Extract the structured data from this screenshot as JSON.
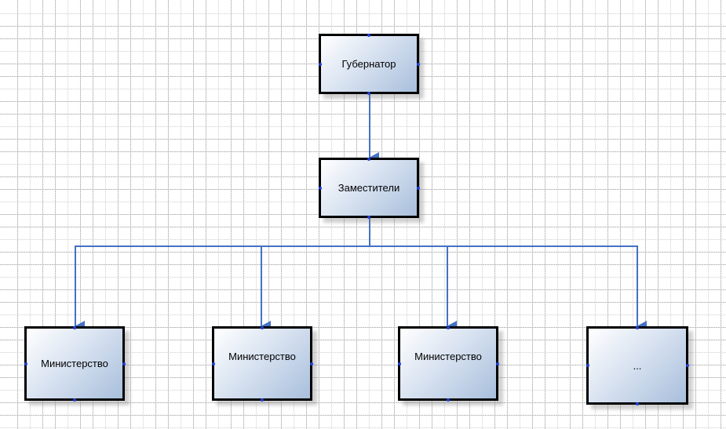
{
  "diagram": {
    "nodes": [
      {
        "id": "governor",
        "label": "Губернатор"
      },
      {
        "id": "deputies",
        "label": "Заместители"
      },
      {
        "id": "ministry-1",
        "label": "Министерство"
      },
      {
        "id": "ministry-2",
        "label": "Министерство"
      },
      {
        "id": "ministry-3",
        "label": "Министерство"
      },
      {
        "id": "more",
        "label": "..."
      }
    ],
    "edges": [
      {
        "from": "governor",
        "to": "deputies"
      },
      {
        "from": "deputies",
        "to": "ministry-1"
      },
      {
        "from": "deputies",
        "to": "ministry-2"
      },
      {
        "from": "deputies",
        "to": "ministry-3"
      },
      {
        "from": "deputies",
        "to": "more"
      }
    ],
    "colors": {
      "connector": "#4472c4",
      "border": "#000000",
      "handle": "#1f3fd8"
    }
  }
}
